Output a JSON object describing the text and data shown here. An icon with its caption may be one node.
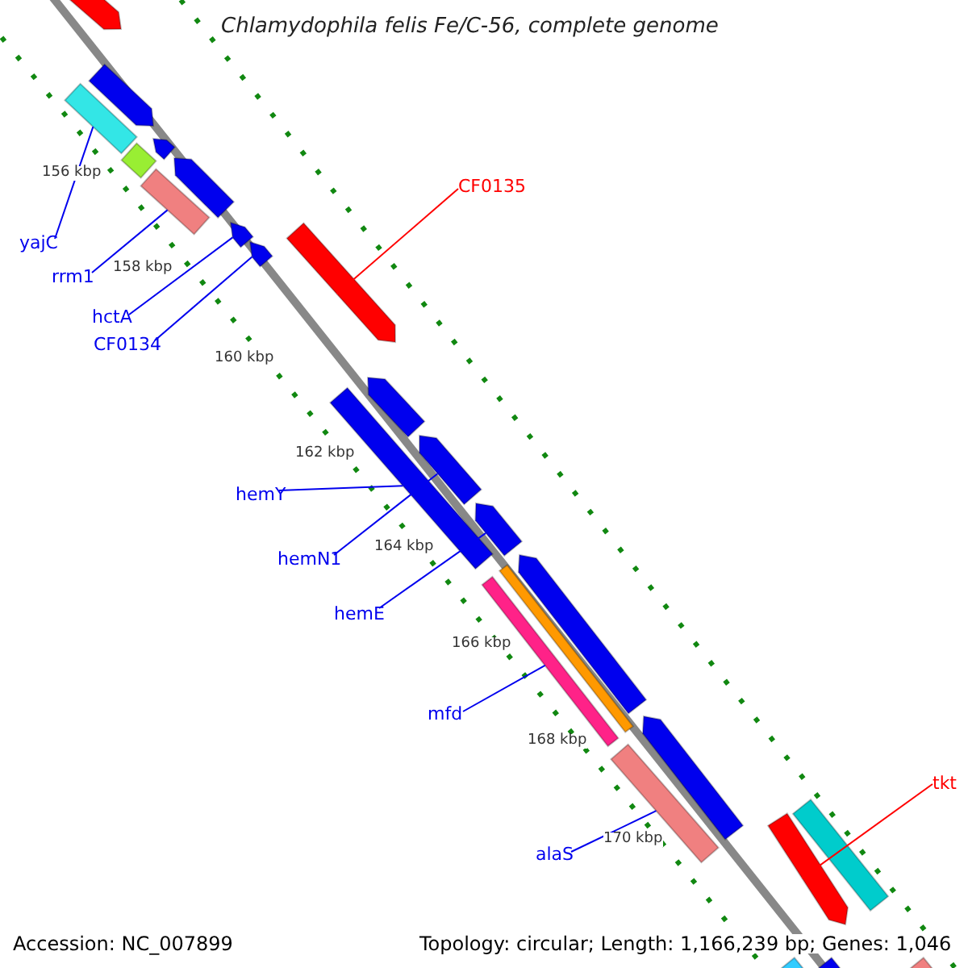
{
  "diagram": {
    "title": "Chlamydophila felis Fe/C-56, complete genome",
    "nodes": [
      {
        "text": [
          "yajC"
        ]
      },
      {
        "text": [
          "rrm1"
        ]
      },
      {
        "text": [
          "hctA"
        ]
      },
      {
        "text": [
          "CF0134"
        ]
      },
      {
        "text": [
          "CF0135"
        ]
      },
      {
        "text": [
          "hemY"
        ]
      },
      {
        "text": [
          "hemN1"
        ]
      },
      {
        "text": [
          "hemE"
        ]
      },
      {
        "text": [
          "mfd"
        ]
      },
      {
        "text": [
          "alaS"
        ]
      },
      {
        "text": [
          "tkt"
        ]
      },
      {
        "text": [],
        "shape": "bar"
      },
      {
        "text": [],
        "shape": "bar"
      },
      {
        "text": [],
        "shape": "bar"
      },
      {
        "text": [],
        "shape": "bar"
      },
      {
        "text": [],
        "shape": "bar"
      },
      {
        "text": [],
        "shape": "bar"
      },
      {
        "text": [],
        "shape": "bar"
      },
      {
        "text": [],
        "shape": "bar"
      },
      {
        "text": [],
        "shape": "bar"
      },
      {
        "text": [],
        "shape": "bar"
      },
      {
        "text": [],
        "shape": "bar"
      },
      {
        "text": [],
        "shape": "bar"
      },
      {
        "text": [],
        "shape": "bar"
      },
      {
        "text": [],
        "shape": "bar"
      },
      {
        "text": [],
        "shape": "bar"
      },
      {
        "text": [],
        "shape": "bar"
      },
      {
        "text": [],
        "shape": "bar"
      },
      {
        "text": [],
        "shape": "bar"
      },
      {
        "text": [],
        "shape": "bar"
      },
      {
        "text": [],
        "shape": "bar"
      },
      {
        "text": [],
        "shape": "bar"
      },
      {
        "text": [],
        "shape": "bar"
      },
      {
        "text": [],
        "shape": "bar"
      },
      {
        "text": [],
        "shape": "bar"
      }
    ],
    "edges": [
      {
        "from": 0,
        "to": 13,
        "arrow": "none"
      },
      {
        "from": 1,
        "to": 17,
        "arrow": "none"
      },
      {
        "from": 2,
        "to": 18,
        "arrow": "none"
      },
      {
        "from": 3,
        "to": 19,
        "arrow": "none"
      },
      {
        "from": 4,
        "to": 20,
        "arrow": "none",
        "color": "#ff0000"
      },
      {
        "from": 5,
        "to": 22,
        "arrow": "none"
      },
      {
        "from": 6,
        "to": 23,
        "arrow": "none"
      },
      {
        "from": 7,
        "to": 24,
        "arrow": "none"
      },
      {
        "from": 8,
        "to": 27,
        "arrow": "none"
      },
      {
        "from": 9,
        "to": 29,
        "arrow": "none"
      },
      {
        "from": 10,
        "to": 30,
        "arrow": "none",
        "color": "#ff0000"
      }
    ],
    "labels": [
      "156 kbp",
      "158 kbp",
      "160 kbp",
      "162 kbp",
      "164 kbp",
      "166 kbp",
      "168 kbp",
      "170 kbp",
      "Accession: NC_007899",
      "Topology: circular; Length: 1,166,239 bp; Genes: 1,046"
    ]
  }
}
